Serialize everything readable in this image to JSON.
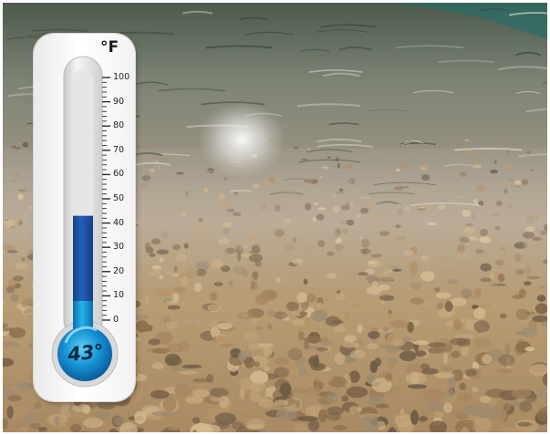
{
  "thermometer": {
    "unit": "°F",
    "reading_label": "43°",
    "reading_value": 43,
    "scale_min": 0,
    "scale_max": 100,
    "tick_labels": [
      "100",
      "90",
      "80",
      "70",
      "60",
      "50",
      "40",
      "30",
      "20",
      "10",
      "0"
    ],
    "fill_color": "#1d4fa3",
    "bulb_color": "#1196d8"
  },
  "scene": {
    "subject": "shallow clear river water over pebbles"
  },
  "colors": {
    "water_top": "#6f7767",
    "pebble_mid": "#b89e78",
    "pebble_dark": "#8a7152"
  }
}
